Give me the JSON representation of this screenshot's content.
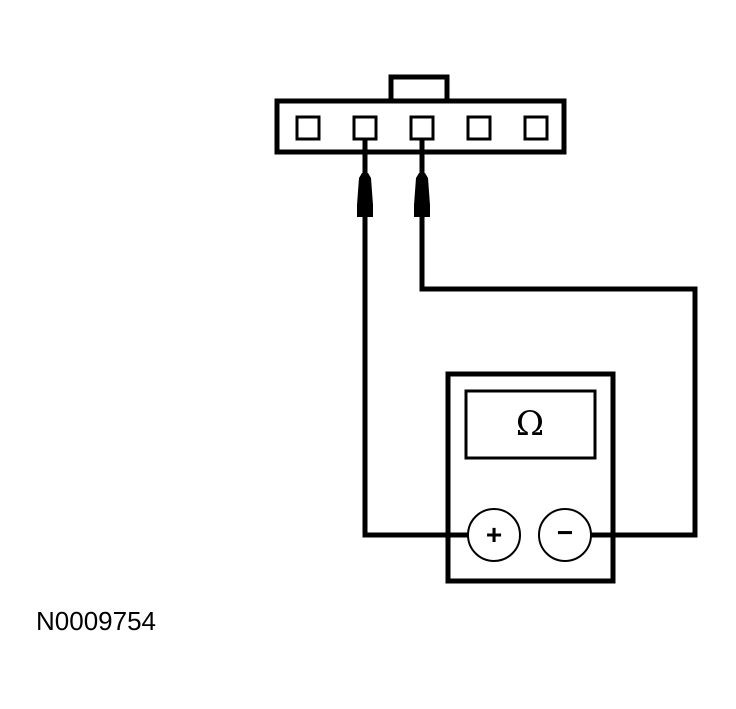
{
  "diagram": {
    "figure_id": "N0009754",
    "meter": {
      "display_symbol": "Ω",
      "positive_terminal": "+",
      "negative_terminal": "−"
    },
    "connector": {
      "pin_count": 5,
      "probed_pins": [
        2,
        3
      ]
    },
    "colors": {
      "line": "#000000",
      "background": "#ffffff"
    }
  }
}
